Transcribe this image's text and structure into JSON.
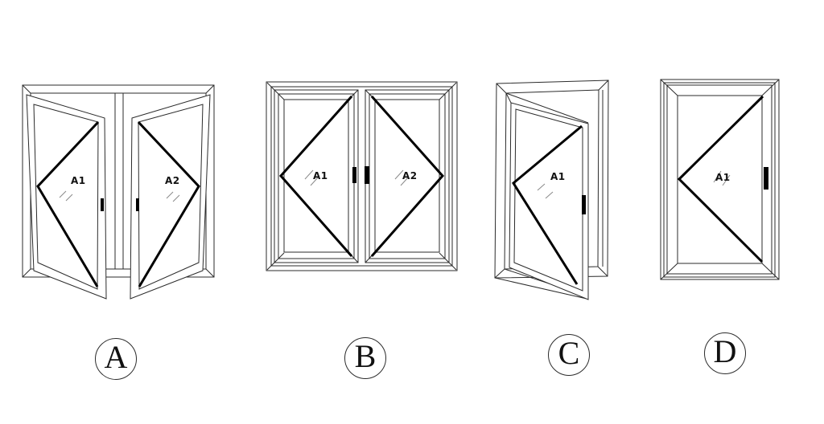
{
  "figure": {
    "background_color": "#ffffff",
    "line_color": "#2b2b2b",
    "chevron_color": "#000000"
  },
  "options": [
    {
      "label": "A",
      "drawing": "double-casement-window-open-perspective",
      "sash_labels": [
        "A1",
        "A2"
      ]
    },
    {
      "label": "B",
      "drawing": "double-casement-window-closed-elevation",
      "sash_labels": [
        "A1",
        "A2"
      ]
    },
    {
      "label": "C",
      "drawing": "single-casement-window-open-perspective",
      "sash_labels": [
        "A1"
      ]
    },
    {
      "label": "D",
      "drawing": "single-casement-window-closed-elevation",
      "sash_labels": [
        "A1"
      ]
    }
  ]
}
